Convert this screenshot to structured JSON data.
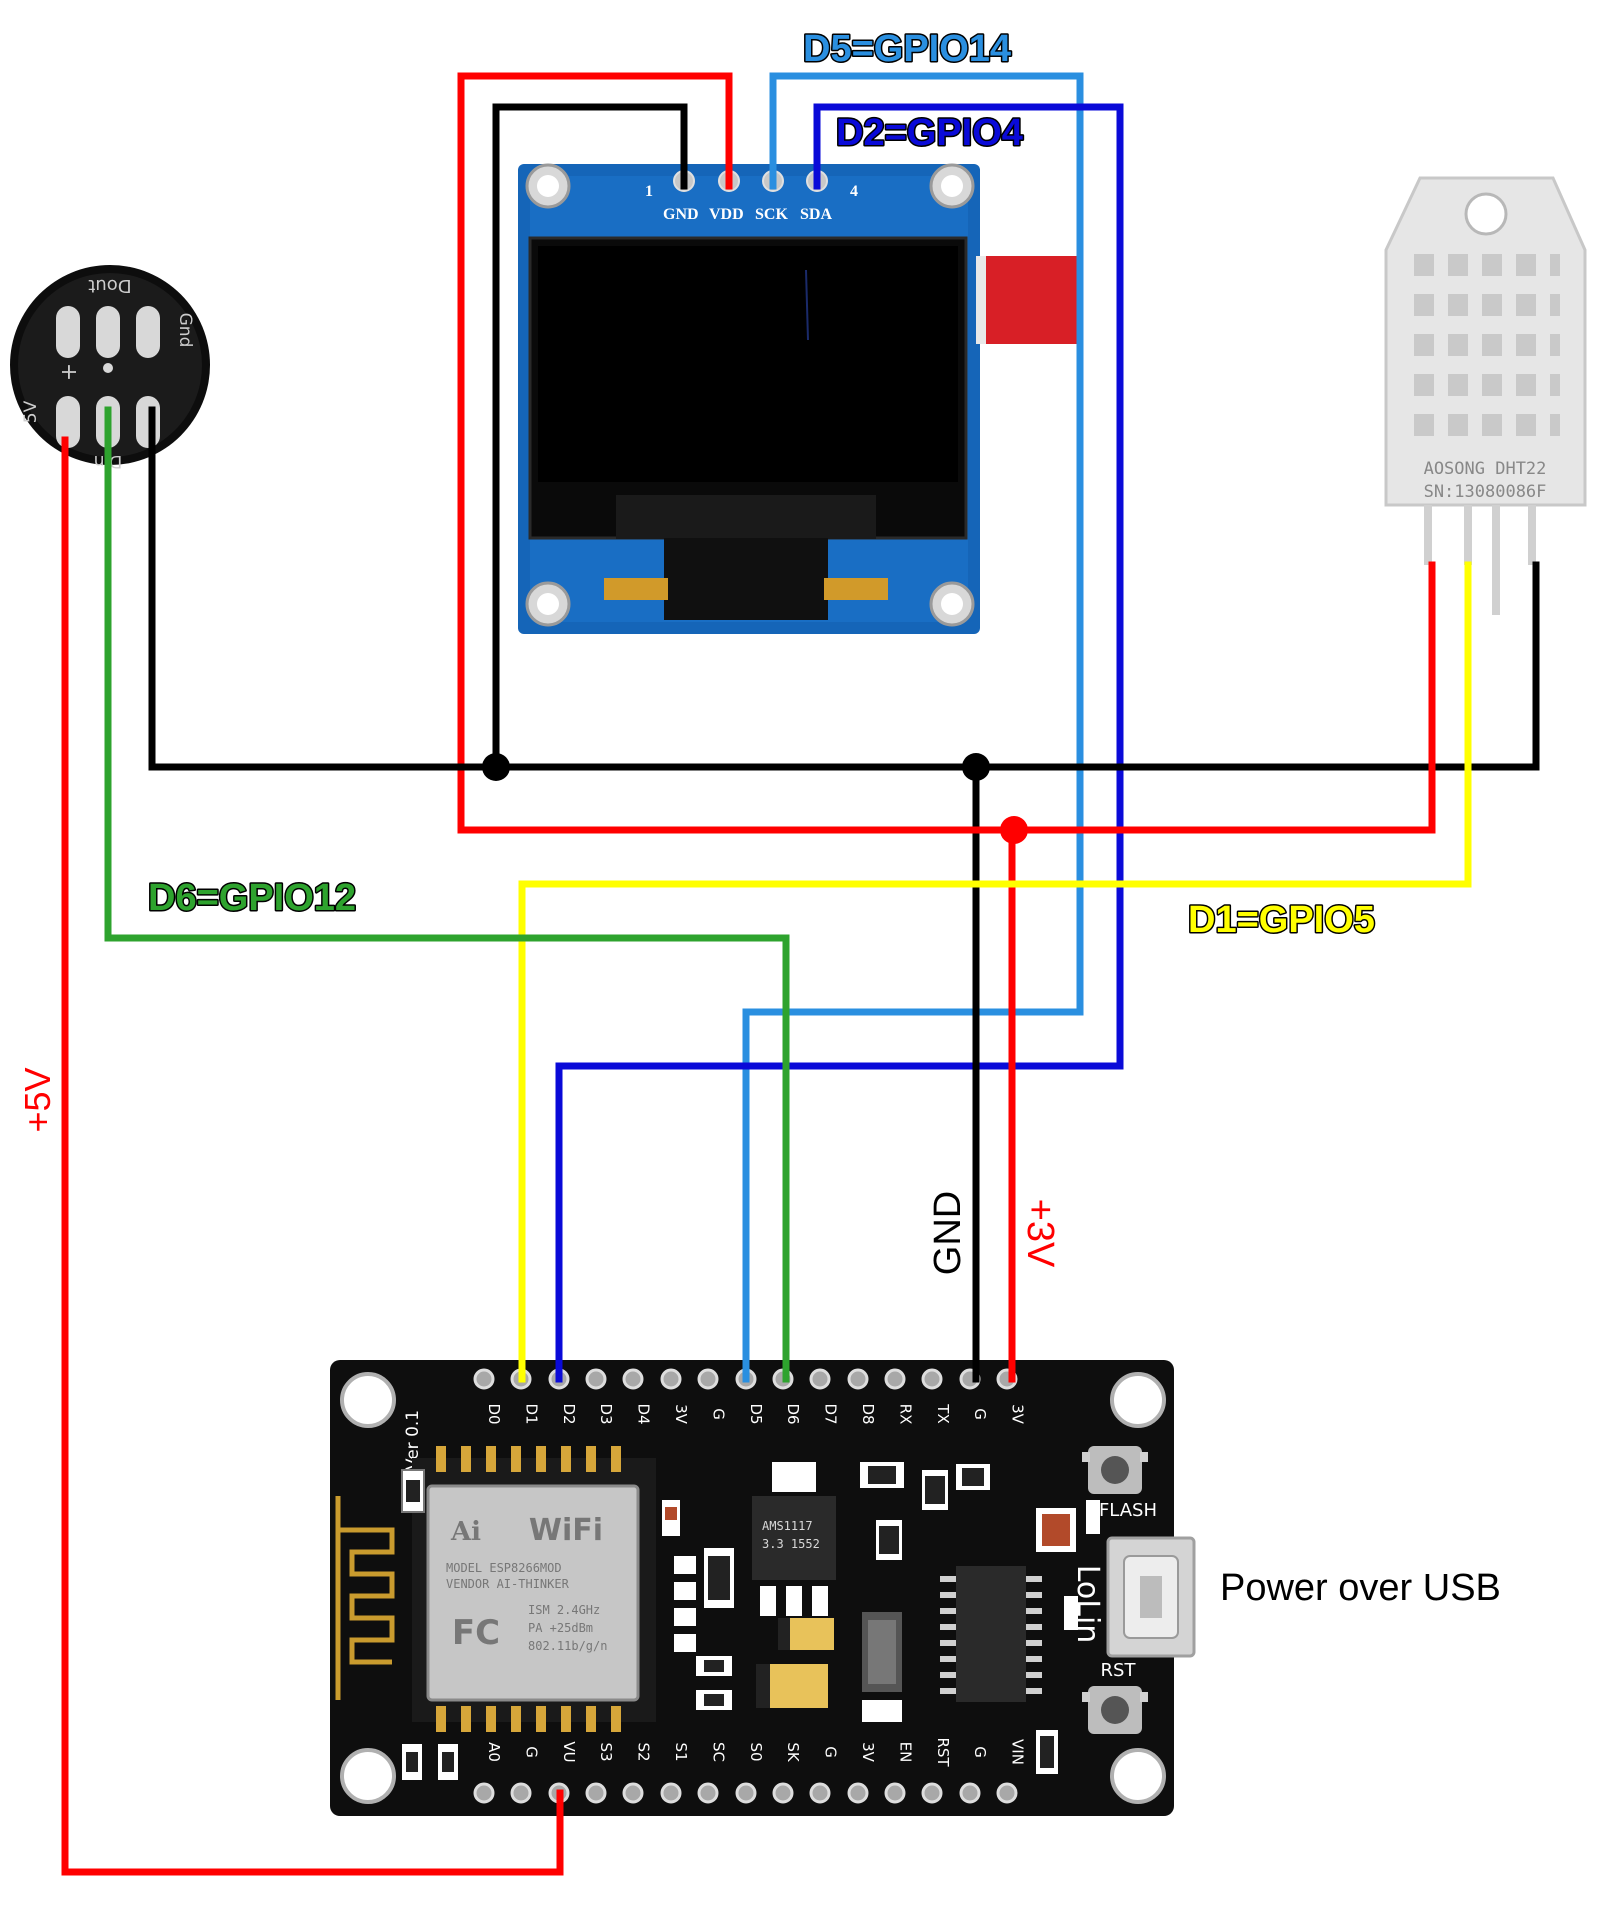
{
  "labels": {
    "d5": "D5=GPIO14",
    "d2": "D2=GPIO4",
    "d6": "D6=GPIO12",
    "d1": "D1=GPIO5",
    "plus5v": "+5V",
    "gnd": "GND",
    "plus3v": "+3V",
    "power_usb": "Power over USB"
  },
  "colors": {
    "red": "#ff0000",
    "black": "#000000",
    "green": "#2ea32e",
    "yellow": "#ffff00",
    "blue": "#0a0ad8",
    "lightblue": "#2a8fe0"
  },
  "oled": {
    "pin_1": "1",
    "pin_4": "4",
    "gnd": "GND",
    "vdd": "VDD",
    "sck": "SCK",
    "sda": "SDA"
  },
  "led_ring": {
    "dout": "Dout",
    "gnd": "Gnd",
    "din": "Din",
    "plus": "+",
    "v5": "5V"
  },
  "dht22": {
    "line1": "AOSONG DHT22",
    "line2": "SN:13080086F"
  },
  "nodemcu": {
    "ver": "Ver 0.1",
    "top_pins": [
      "D0",
      "D1",
      "D2",
      "D3",
      "D4",
      "3V",
      "G",
      "D5",
      "D6",
      "D7",
      "D8",
      "RX",
      "TX",
      "G",
      "3V"
    ],
    "bottom_pins": [
      "A0",
      "G",
      "VU",
      "S3",
      "S2",
      "S1",
      "SC",
      "S0",
      "SK",
      "G",
      "3V",
      "EN",
      "RST",
      "G",
      "VIN"
    ],
    "flash": "FLASH",
    "rst": "RST",
    "brand": "LoLin",
    "wifi": "WiFi",
    "ai": "Ai",
    "module_lines": [
      "MODEL  ESP8266MOD",
      "VENDOR AI-THINKER",
      "ISM 2.4GHz",
      "PA  +25dBm",
      "802.11b/g/n"
    ],
    "fc": "FC",
    "regulator": [
      "AMS1117",
      "3.3 1552"
    ]
  }
}
